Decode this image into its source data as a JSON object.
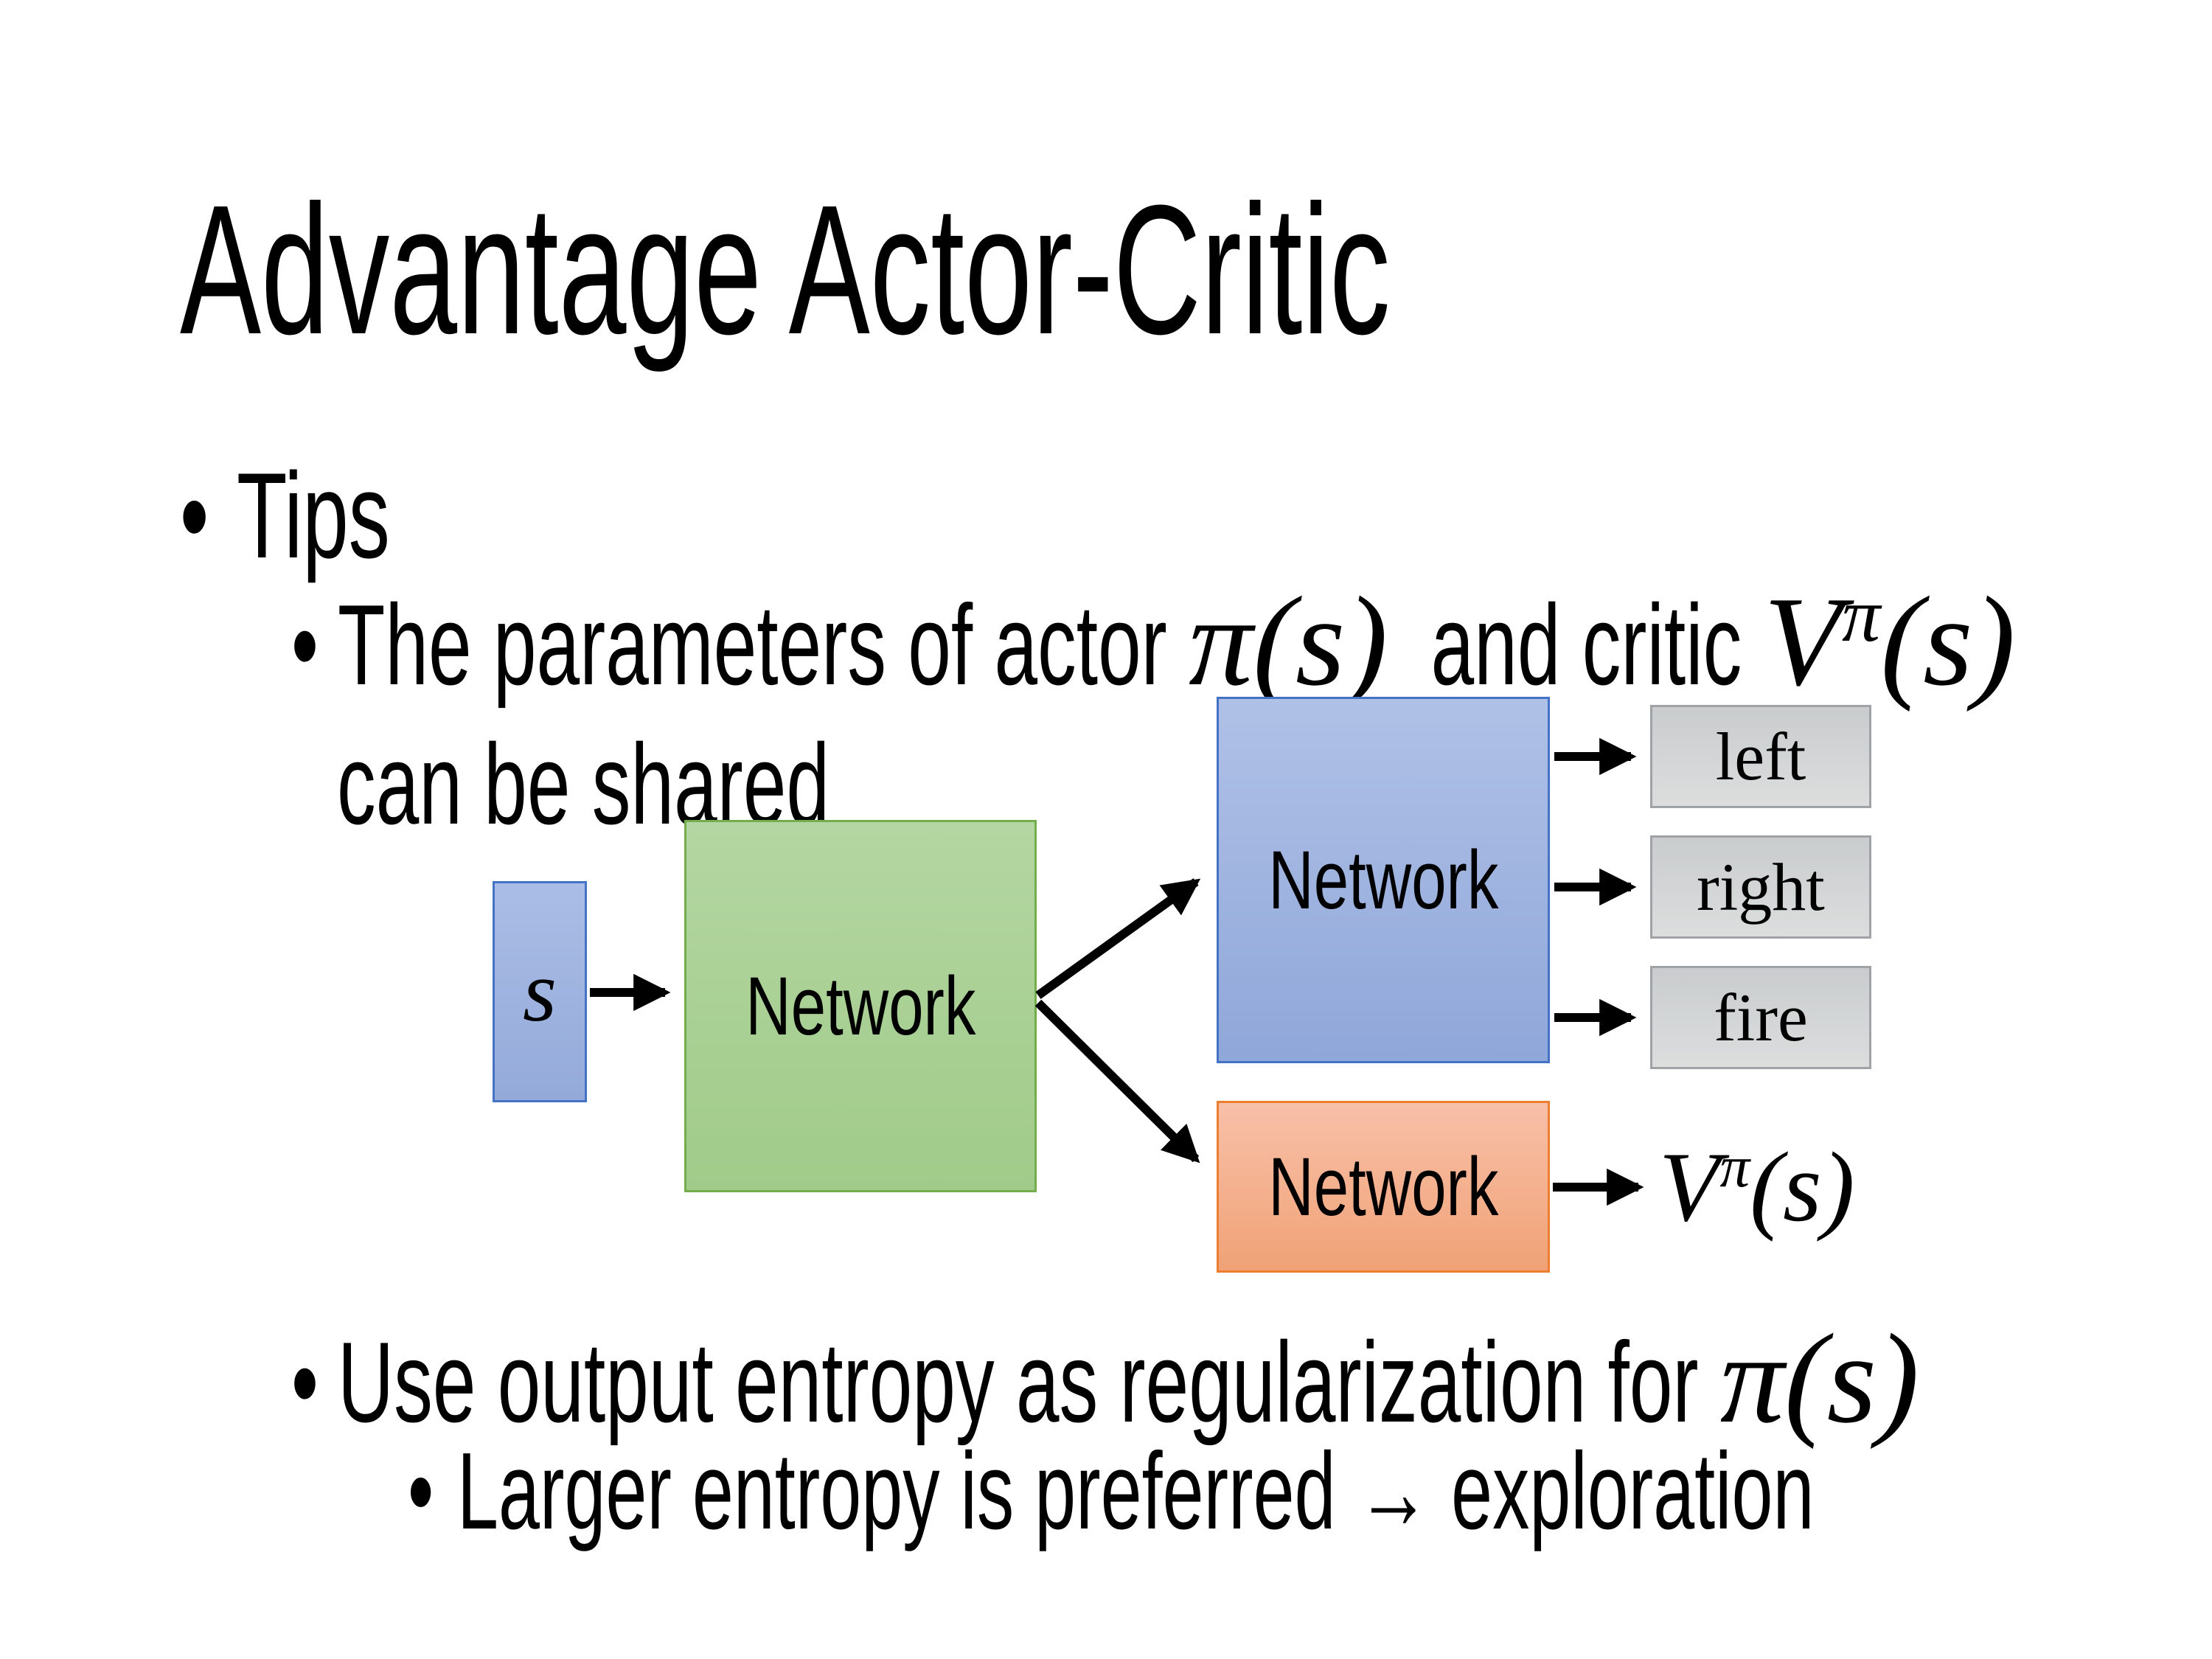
{
  "slide": {
    "title": "Advantage Actor-Critic",
    "bullet_glyph": "•",
    "tips": {
      "label": "Tips"
    },
    "shared_point": {
      "prefix": "The parameters of actor ",
      "actor_math": "π(s)",
      "mid": "  and critic ",
      "critic_base": "V",
      "critic_sup": "π",
      "critic_args": "(s)",
      "line2": "can be shared"
    },
    "entropy_point": {
      "prefix": "Use output entropy as regularization for ",
      "math": "π(s)"
    },
    "exploration_point": {
      "text": "Larger entropy is preferred → exploration"
    },
    "diagram": {
      "state_label": "s",
      "shared_network_label": "Network",
      "actor_network_label": "Network",
      "critic_network_label": "Network",
      "actions": [
        "left",
        "right",
        "fire"
      ],
      "value_base": "V",
      "value_sup": "π",
      "value_args": "(s)",
      "colors": {
        "state_fill": "#9fb3e0",
        "state_border": "#4472c4",
        "shared_fill": "#a9cf9b",
        "shared_border": "#74ad4c",
        "actor_fill": "#9bafde",
        "actor_border": "#4472c4",
        "critic_fill": "#f5b28d",
        "critic_border": "#ed7d31",
        "action_fill": "#d2d4d4",
        "action_border": "#a0a3a5",
        "arrow": "#000000"
      }
    }
  }
}
